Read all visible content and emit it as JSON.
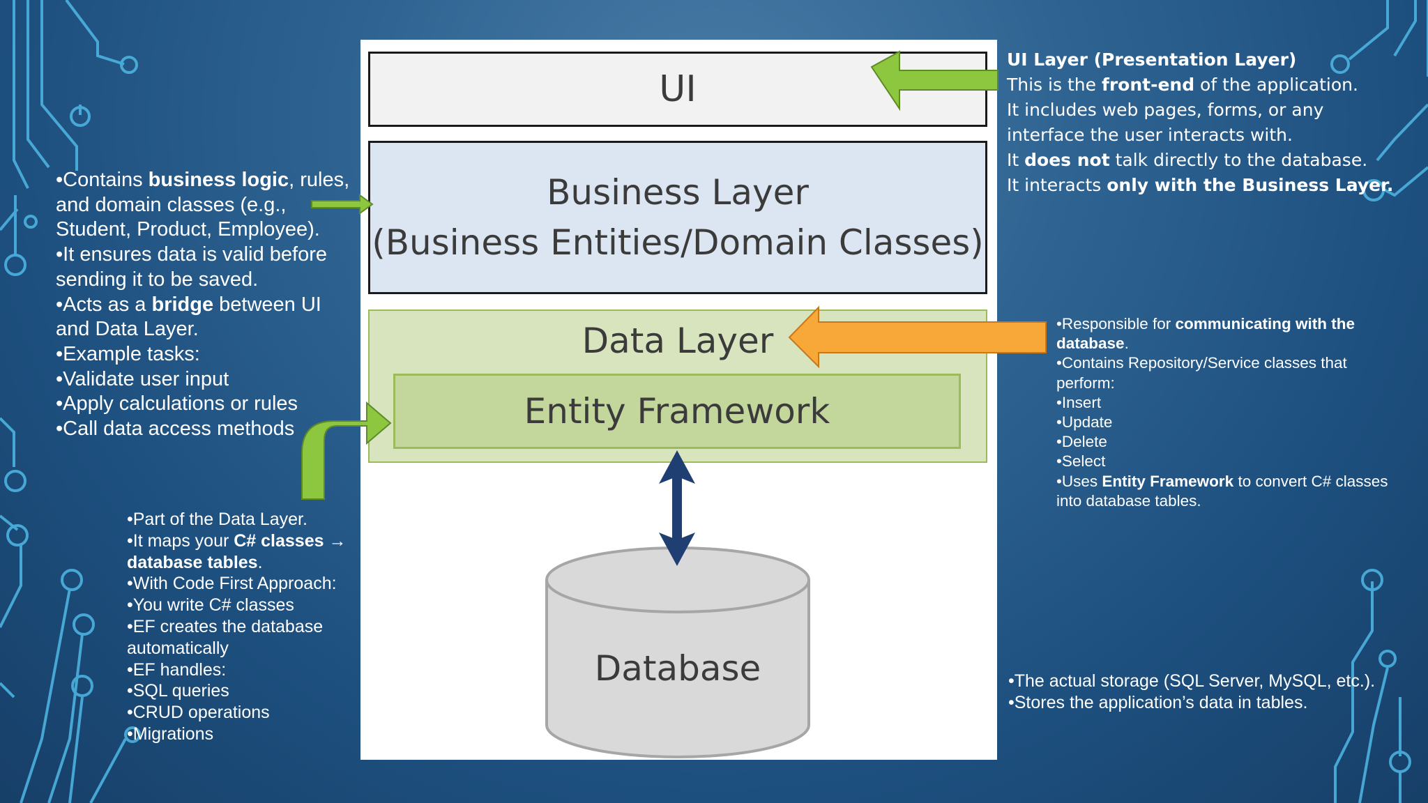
{
  "diagram": {
    "ui_box_label": "UI",
    "business_box_line1": "Business Layer",
    "business_box_line2": "(Business Entities/Domain Classes)",
    "data_box_label": "Data Layer",
    "ef_box_label": "Entity Framework",
    "database_label": "Database"
  },
  "notes": {
    "business": [
      [
        "•Contains ",
        "business logic",
        ", rules,"
      ],
      [
        "and domain classes (e.g.,",
        "",
        ""
      ],
      [
        "Student, Product, Employee).",
        "",
        ""
      ],
      [
        "•It ensures data is valid before",
        "",
        ""
      ],
      [
        "sending it to be saved.",
        "",
        ""
      ],
      [
        "•Acts as a ",
        "bridge",
        " between UI"
      ],
      [
        "and Data Layer.",
        "",
        ""
      ],
      [
        "•Example tasks:",
        "",
        ""
      ],
      [
        "•Validate user input",
        "",
        ""
      ],
      [
        "•Apply calculations or rules",
        "",
        ""
      ],
      [
        "•Call data access methods",
        "",
        ""
      ]
    ],
    "entity_framework": [
      [
        "•Part of the Data Layer.",
        "",
        ""
      ],
      [
        "•It maps your ",
        "C# classes",
        " →"
      ],
      [
        "",
        "database tables",
        "."
      ],
      [
        "•With Code First Approach:",
        "",
        ""
      ],
      [
        "•You write C# classes",
        "",
        ""
      ],
      [
        "•EF creates the database",
        "",
        ""
      ],
      [
        "automatically",
        "",
        ""
      ],
      [
        "•EF handles:",
        "",
        ""
      ],
      [
        "•SQL queries",
        "",
        ""
      ],
      [
        "•CRUD operations",
        "",
        ""
      ],
      [
        "•Migrations",
        "",
        ""
      ]
    ],
    "ui": [
      [
        "",
        "UI Layer (Presentation Layer)",
        ""
      ],
      [
        "This is the ",
        "front-end",
        " of the application."
      ],
      [
        "It includes web pages, forms, or any",
        "",
        ""
      ],
      [
        "interface the user interacts with.",
        "",
        ""
      ],
      [
        "It ",
        "does not",
        " talk directly to the database."
      ],
      [
        "It interacts ",
        "only with the Business Layer.",
        ""
      ]
    ],
    "data": [
      [
        "•Responsible for ",
        "communicating with the",
        ""
      ],
      [
        "",
        "database",
        "."
      ],
      [
        "•Contains Repository/Service classes that",
        "",
        ""
      ],
      [
        "perform:",
        "",
        ""
      ],
      [
        "•Insert",
        "",
        ""
      ],
      [
        "•Update",
        "",
        ""
      ],
      [
        "•Delete",
        "",
        ""
      ],
      [
        "•Select",
        "",
        ""
      ],
      [
        "•Uses ",
        "Entity Framework",
        " to convert C# classes"
      ],
      [
        "into database tables",
        "",
        "."
      ]
    ],
    "database": [
      [
        "•The actual storage (SQL Server, MySQL, etc.).",
        "",
        ""
      ],
      [
        "•Stores the application’s data in tables.",
        "",
        ""
      ]
    ]
  },
  "colors": {
    "background": "#2f6492",
    "circuit": "#4fb8e6",
    "green_arrow": "#8dc63f",
    "orange_arrow": "#f8a838",
    "db_arrow": "#1f3f73"
  }
}
